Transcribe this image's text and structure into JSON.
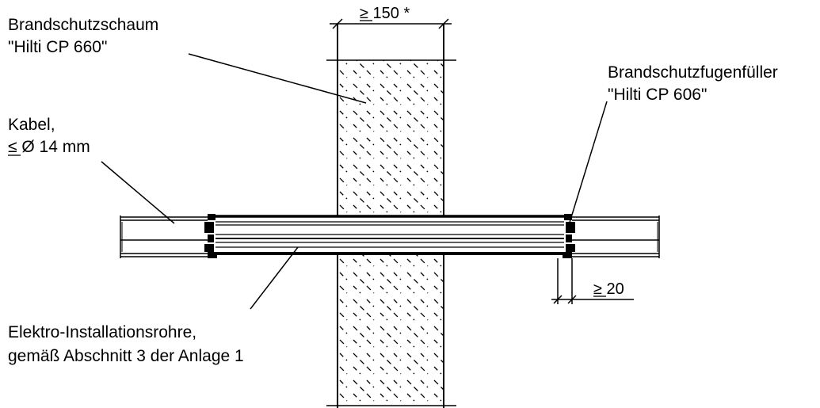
{
  "labels": {
    "foam_line1": "Brandschutzschaum",
    "foam_line2": "\"Hilti CP 660\"",
    "filler_line1": "Brandschutzfugenfüller",
    "filler_line2": "\"Hilti CP 606\"",
    "cable_line1": "Kabel,",
    "cable_line2": "≤ Ø 14 mm",
    "pipes_line1": "Elektro-Installationsrohre,",
    "pipes_line2": "gemäß  Abschnitt 3  der Anlage 1"
  },
  "dimensions": {
    "wall_thickness": "≥ 150 *",
    "filler_width": "≥ 20"
  },
  "colors": {
    "ink": "#000000",
    "background": "#ffffff"
  }
}
